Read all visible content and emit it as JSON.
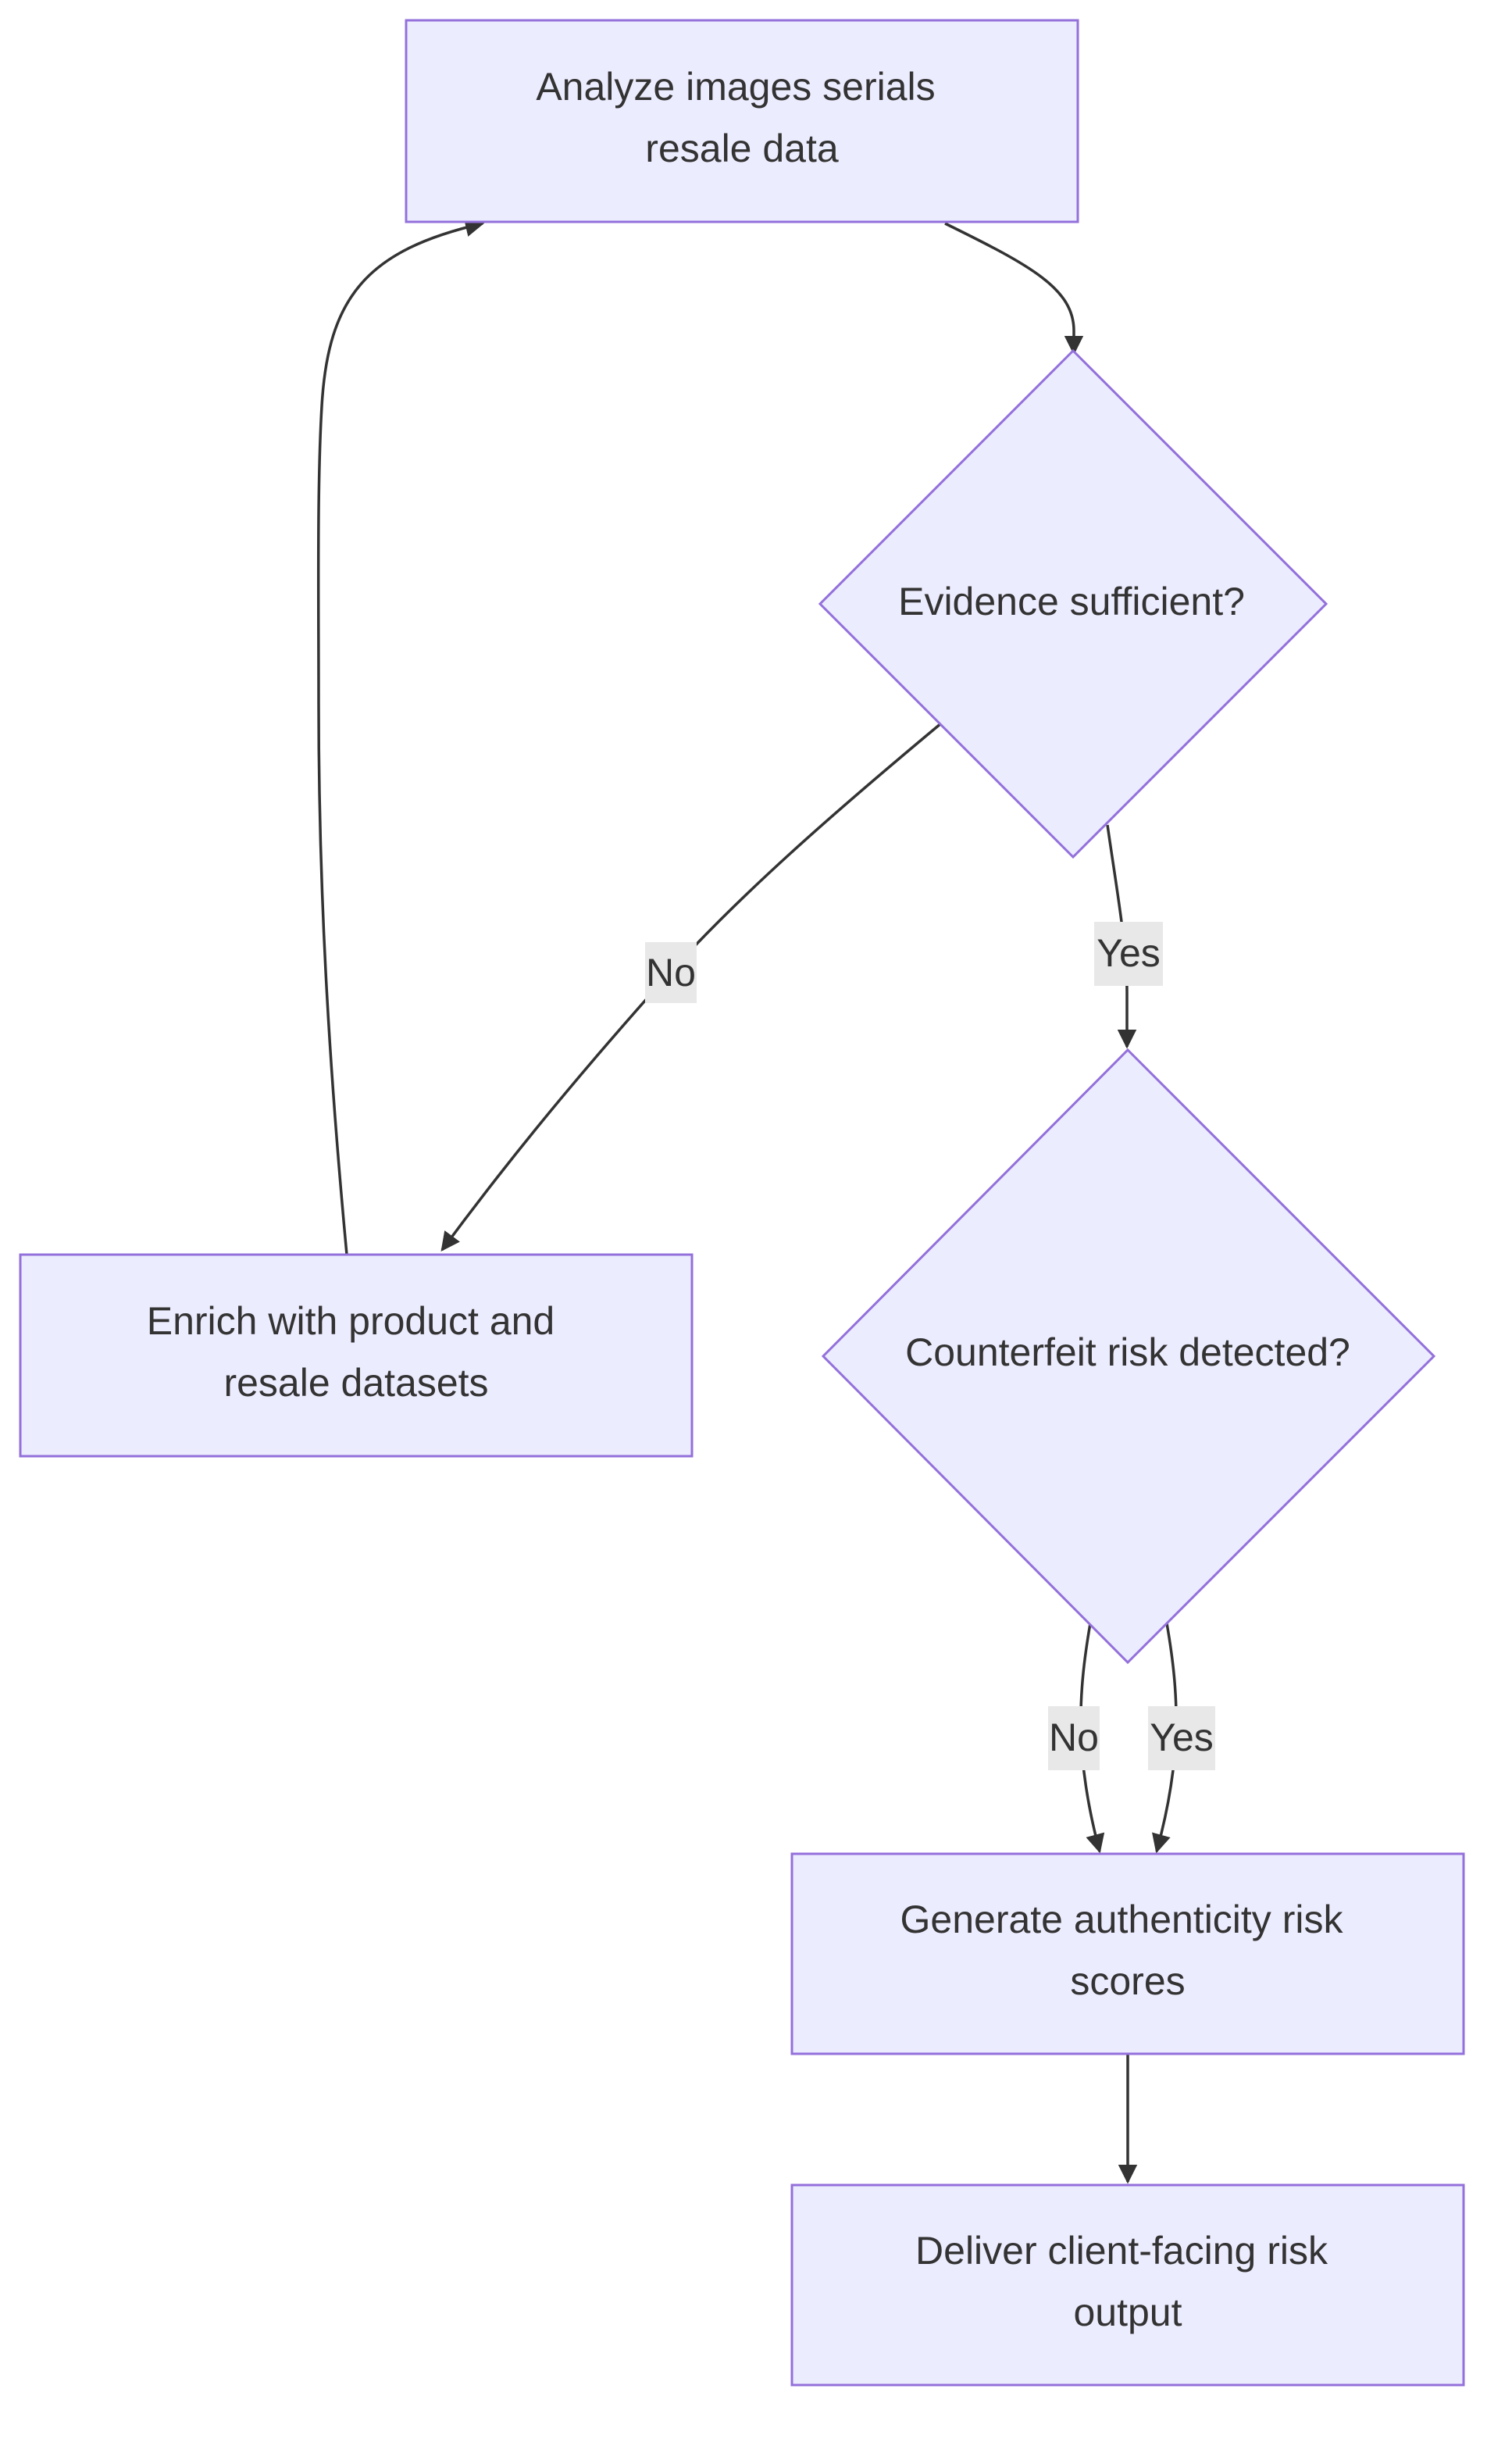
{
  "diagram": {
    "type": "flowchart",
    "nodes": {
      "analyze": {
        "shape": "rect",
        "lines": [
          "Analyze images serials",
          "resale data"
        ]
      },
      "evidence": {
        "shape": "diamond",
        "lines": [
          "Evidence sufficient?"
        ]
      },
      "enrich": {
        "shape": "rect",
        "lines": [
          "Enrich with product and",
          "resale datasets"
        ]
      },
      "counterfeit": {
        "shape": "diamond",
        "lines": [
          "Counterfeit risk detected?"
        ]
      },
      "generate": {
        "shape": "rect",
        "lines": [
          "Generate authenticity risk",
          "scores"
        ]
      },
      "deliver": {
        "shape": "rect",
        "lines": [
          "Deliver client-facing risk",
          "output"
        ]
      }
    },
    "edges": [
      {
        "from": "analyze",
        "to": "evidence",
        "label": ""
      },
      {
        "from": "evidence",
        "to": "enrich",
        "label": "No"
      },
      {
        "from": "evidence",
        "to": "counterfeit",
        "label": "Yes"
      },
      {
        "from": "enrich",
        "to": "analyze",
        "label": ""
      },
      {
        "from": "counterfeit",
        "to": "generate",
        "label": "No"
      },
      {
        "from": "counterfeit",
        "to": "generate",
        "label": "Yes"
      },
      {
        "from": "generate",
        "to": "deliver",
        "label": ""
      }
    ],
    "colors": {
      "node_fill": "#ECECFF",
      "node_stroke": "#9370DB",
      "text": "#333333",
      "edge": "#333333",
      "edge_label_bg": "#E8E8E8"
    }
  }
}
